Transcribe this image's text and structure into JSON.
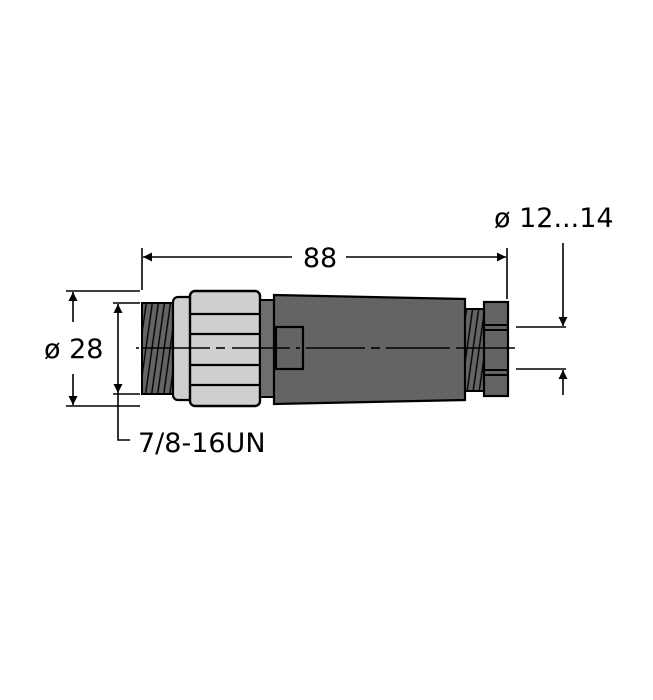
{
  "drawing": {
    "title": "Connector dimensional drawing",
    "units": "mm",
    "colors": {
      "background": "#ffffff",
      "outline": "#000000",
      "dark_part": "#646464",
      "light_part": "#cfcfcf",
      "ring": "#6e6e6e"
    },
    "dimensions": {
      "length": {
        "label": "88",
        "value": 88
      },
      "outer_diameter": {
        "label": "ø 28",
        "value": 28
      },
      "cable_diameter": {
        "label": "ø 12...14",
        "min": 12,
        "max": 14
      },
      "thread": {
        "label": "7/8-16UN"
      }
    },
    "parts": [
      {
        "name": "coupling-thread"
      },
      {
        "name": "collar"
      },
      {
        "name": "knurled-coupling-nut"
      },
      {
        "name": "ring"
      },
      {
        "name": "housing-body"
      },
      {
        "name": "cable-gland-thread"
      },
      {
        "name": "cable-gland-nut"
      }
    ]
  }
}
